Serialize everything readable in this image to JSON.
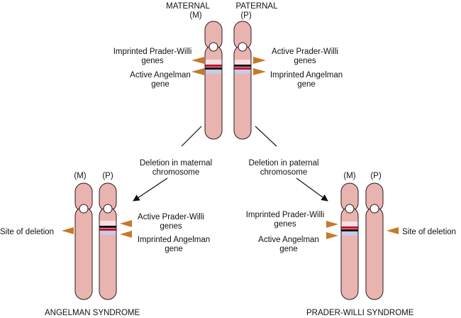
{
  "colors": {
    "chromosome_fill": "#e9b3b0",
    "imprinted_band": "#c8102e",
    "active_band": "#111111",
    "band_highlight": "#c9c9e8",
    "pointer": "#c9782a"
  },
  "top": {
    "maternal_label_1": "MATERNAL",
    "maternal_label_2": "(M)",
    "paternal_label_1": "PATERNAL",
    "paternal_label_2": "(P)",
    "m_pw_1": "Imprinted Prader-Willi",
    "m_pw_2": "genes",
    "m_as_1": "Active Angelman",
    "m_as_2": "gene",
    "p_pw_1": "Active Prader-Willi",
    "p_pw_2": "genes",
    "p_as_1": "Imprinted Angelman",
    "p_as_2": "gene"
  },
  "deletions": {
    "left_1": "Deletion in maternal",
    "left_2": "chromosome",
    "right_1": "Deletion in paternal",
    "right_2": "chromosome"
  },
  "angelman": {
    "m_label": "(M)",
    "p_label": "(P)",
    "site": "Site of deletion",
    "pw_1": "Active Prader-Willi",
    "pw_2": "genes",
    "as_1": "Imprinted Angelman",
    "as_2": "gene",
    "title": "ANGELMAN SYNDROME"
  },
  "prader": {
    "m_label": "(M)",
    "p_label": "(P)",
    "pw_1": "Imprinted Prader-Willi",
    "pw_2": "genes",
    "as_1": "Active Angelman",
    "as_2": "gene",
    "site": "Site of deletion",
    "title": "PRADER-WILLI SYNDROME"
  }
}
